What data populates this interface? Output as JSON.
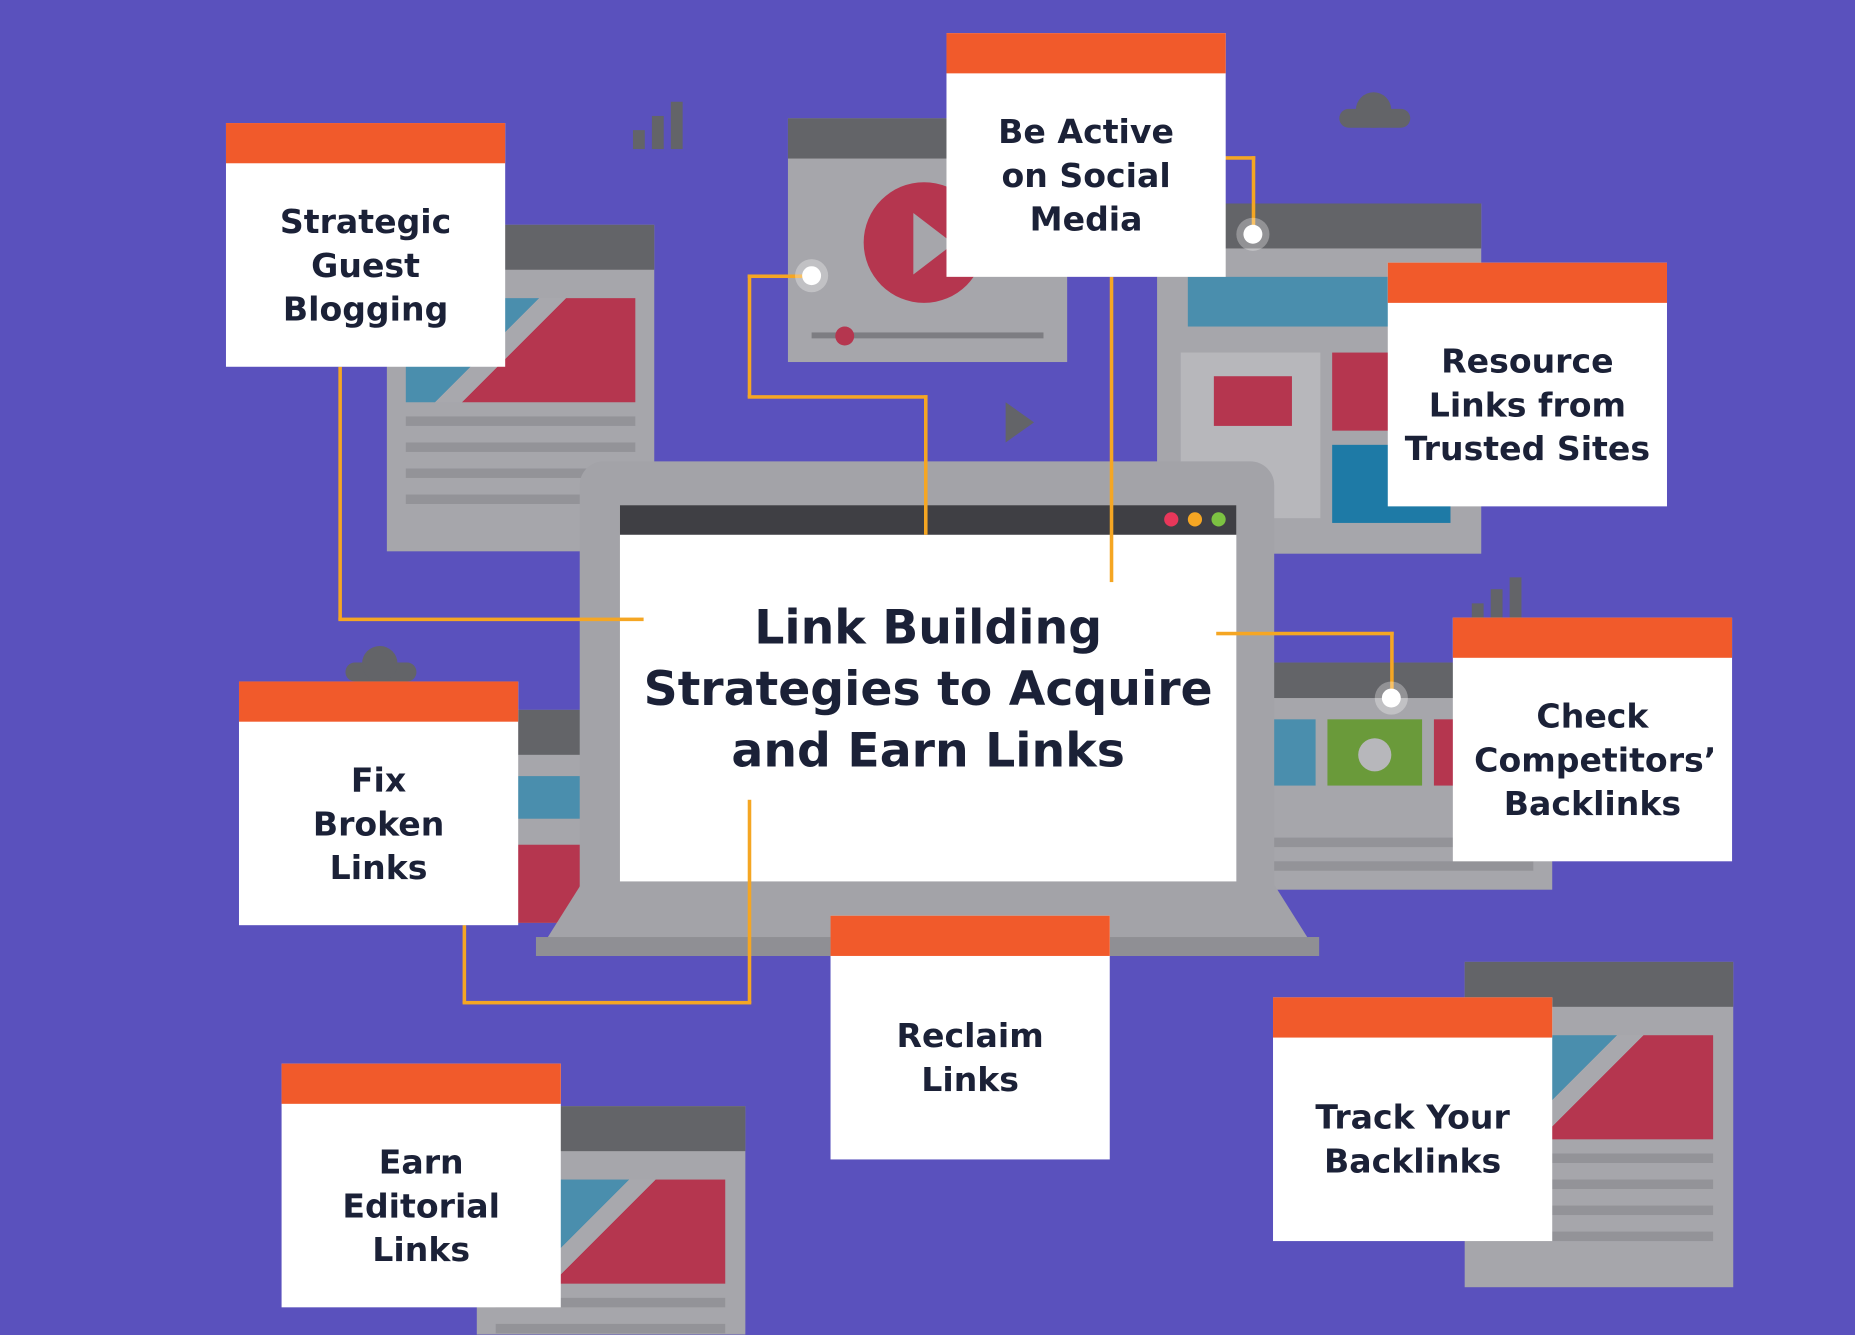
{
  "title": "Link Building Strategies to Acquire and Earn Links",
  "strategies": [
    {
      "label": "Strategic Guest Blogging"
    },
    {
      "label": "Be Active on Social Media"
    },
    {
      "label": "Resource Links from Trusted Sites"
    },
    {
      "label": "Check Competitors’ Backlinks"
    },
    {
      "label": "Fix Broken Links"
    },
    {
      "label": "Reclaim Links"
    },
    {
      "label": "Track Your Backlinks"
    },
    {
      "label": "Earn Editorial Links"
    }
  ],
  "colors": {
    "background": "#5a51bd",
    "accent": "#f15a2b",
    "connector": "#f5a623",
    "text": "#1b2137"
  }
}
